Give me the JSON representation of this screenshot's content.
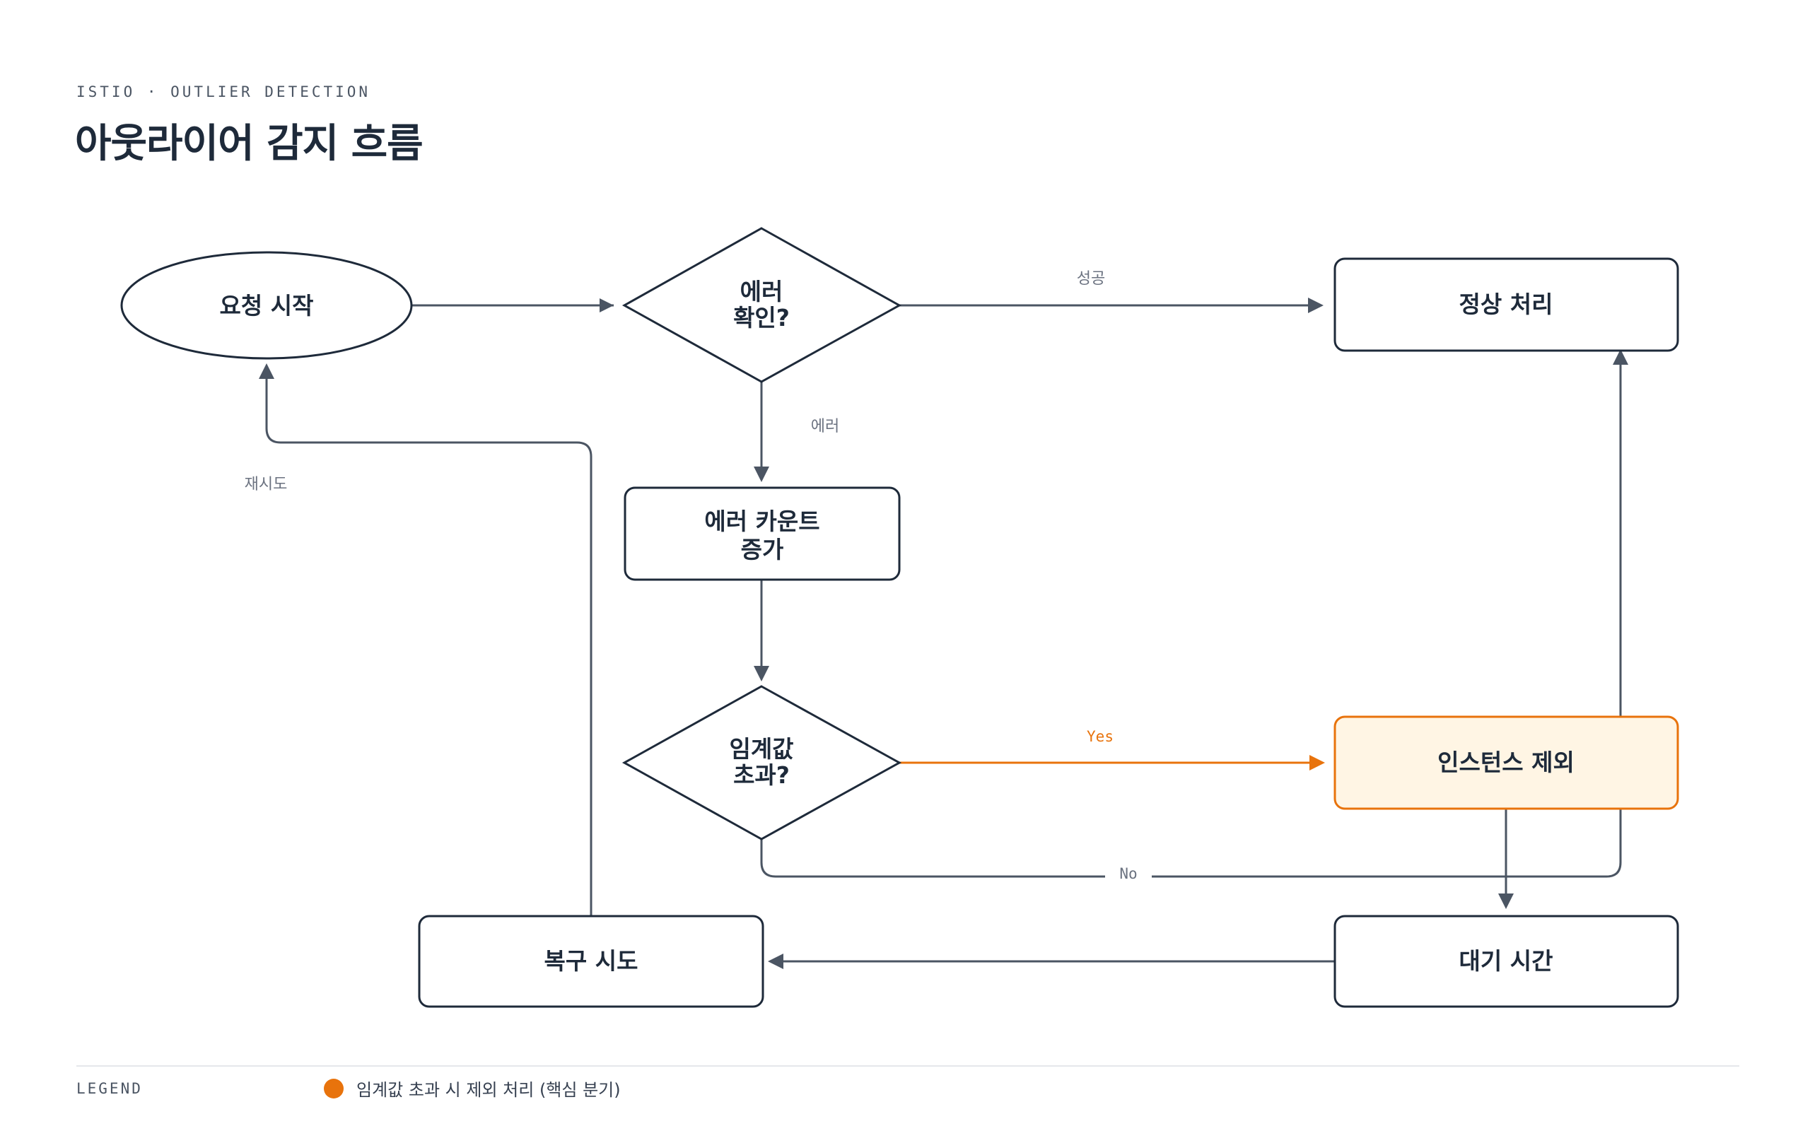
{
  "header": {
    "eyebrow": "ISTIO · OUTLIER DETECTION",
    "title": "아웃라이어 감지 흐름"
  },
  "colors": {
    "ink": "#1e2a3a",
    "edge": "#4b5563",
    "accent": "#e8730c",
    "accent_fill": "#fff5e4"
  },
  "nodes": {
    "start": "요청 시작",
    "error_check": [
      "에러",
      "확인?"
    ],
    "success": "정상 처리",
    "error_count": [
      "에러 카운트",
      "증가"
    ],
    "threshold": [
      "임계값",
      "초과?"
    ],
    "eject": "인스턴스 제외",
    "recover": "복구 시도",
    "wait": "대기 시간"
  },
  "edges": {
    "success_label": "성공",
    "error_label": "에러",
    "yes_label": "Yes",
    "no_label": "No",
    "retry_label": "재시도"
  },
  "legend": {
    "title": "LEGEND",
    "item": "임계값 초과 시 제외 처리 (핵심 분기)"
  }
}
